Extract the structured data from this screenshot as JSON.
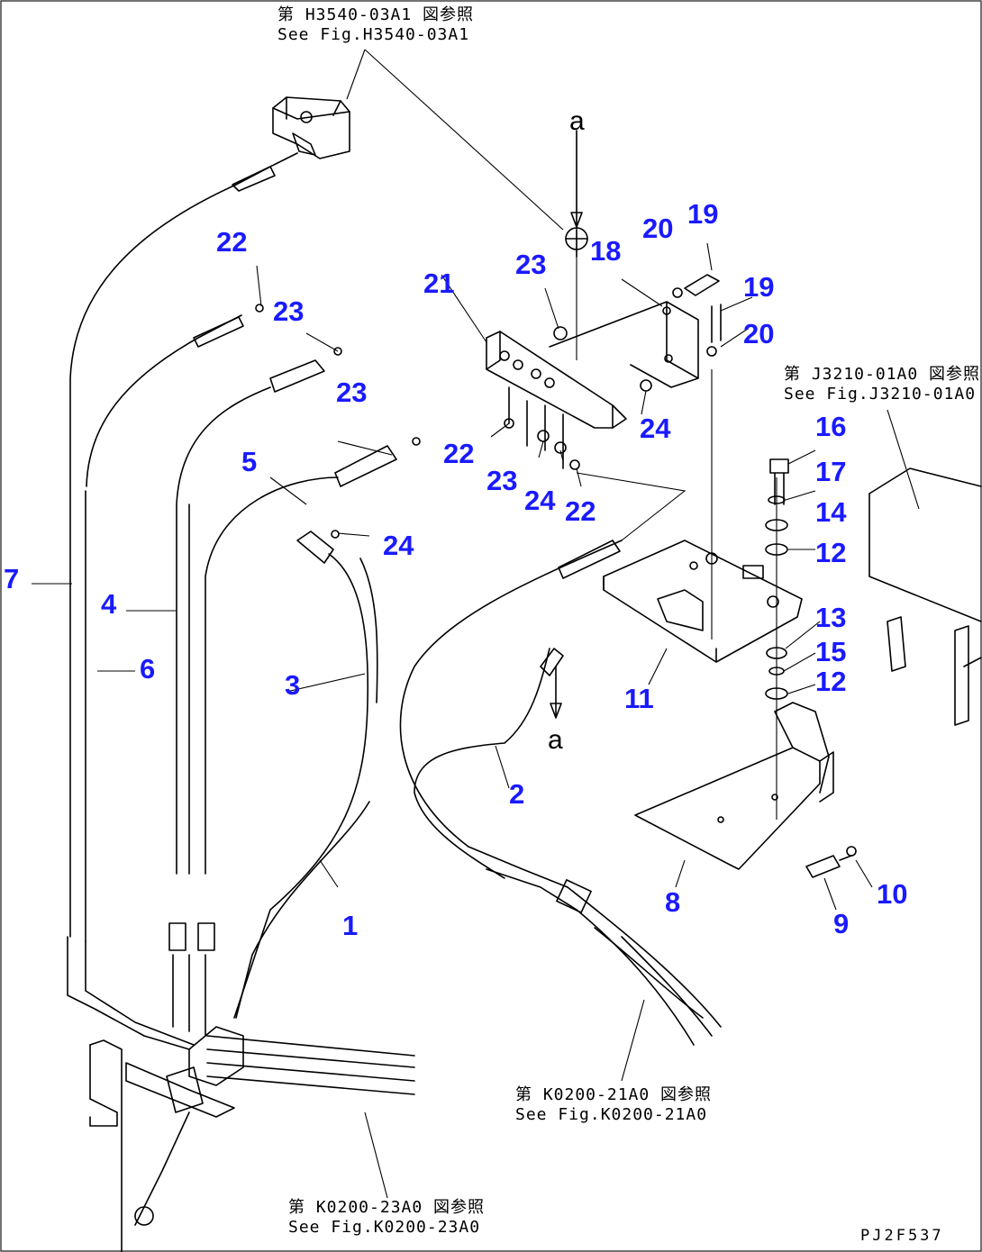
{
  "references": [
    {
      "jp": "第 H3540-03A1 図参照",
      "en": "See Fig.H3540-03A1"
    },
    {
      "jp": "第 J3210-01A0 図参照",
      "en": "See Fig.J3210-01A0"
    },
    {
      "jp": "第 K0200-21A0 図参照",
      "en": "See Fig.K0200-21A0"
    },
    {
      "jp": "第 K0200-23A0 図参照",
      "en": "See Fig.K0200-23A0"
    }
  ],
  "view_marks": [
    "a",
    "a"
  ],
  "drawing_code": "PJ2F537",
  "callouts": {
    "c1": "1",
    "c2": "2",
    "c3": "3",
    "c4": "4",
    "c5": "5",
    "c6": "6",
    "c7": "7",
    "c8": "8",
    "c9": "9",
    "c10": "10",
    "c11": "11",
    "c12a": "12",
    "c12b": "12",
    "c13": "13",
    "c14": "14",
    "c15": "15",
    "c16": "16",
    "c17": "17",
    "c18": "18",
    "c19a": "19",
    "c19b": "19",
    "c20a": "20",
    "c20b": "20",
    "c21": "21",
    "c22a": "22",
    "c22b": "22",
    "c22c": "22",
    "c23a": "23",
    "c23b": "23",
    "c23c": "23",
    "c23d": "23",
    "c24a": "24",
    "c24b": "24",
    "c24c": "24"
  },
  "colors": {
    "callout": "#1a1aff",
    "line": "#000000",
    "background": "#ffffff"
  }
}
